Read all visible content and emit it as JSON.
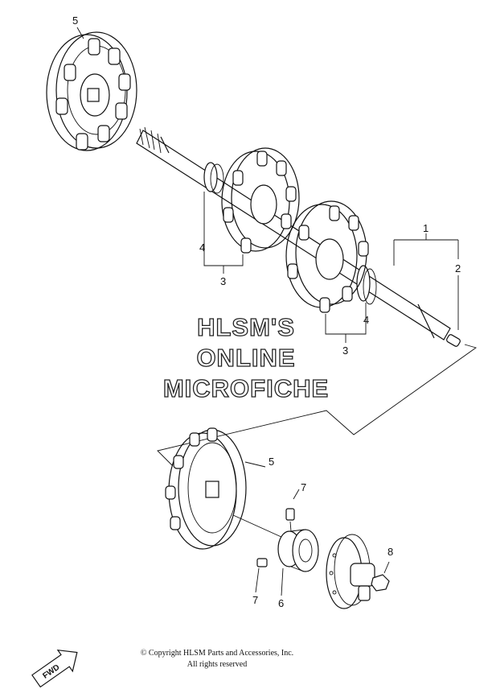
{
  "callouts": {
    "c1": "1",
    "c2": "2",
    "c3a": "3",
    "c3b": "3",
    "c4a": "4",
    "c4b": "4",
    "c5a": "5",
    "c5b": "5",
    "c6": "6",
    "c7a": "7",
    "c7b": "7",
    "c8": "8"
  },
  "watermark": {
    "line1": "HLSM'S",
    "line2": "ONLINE",
    "line3": "MICROFICHE"
  },
  "fwd_label": "FWD",
  "copyright": {
    "line1": "© Copyright HLSM Parts and Accessories, Inc.",
    "line2": "All rights reserved"
  }
}
